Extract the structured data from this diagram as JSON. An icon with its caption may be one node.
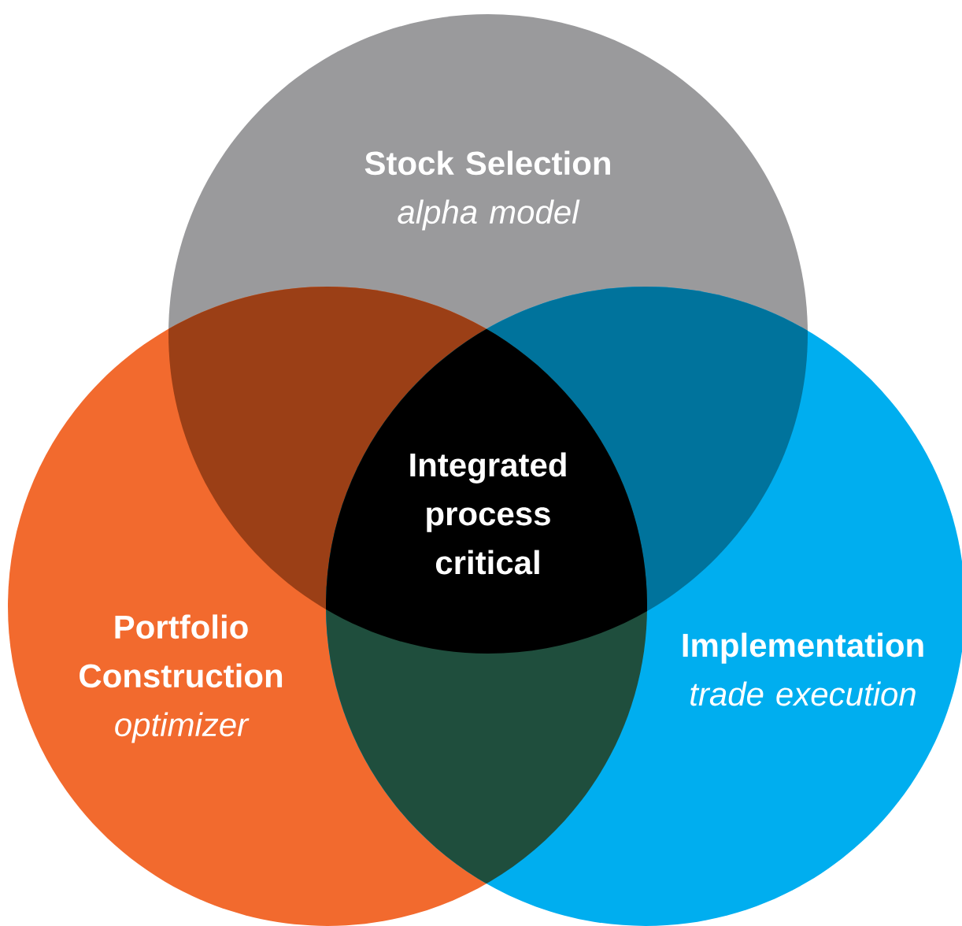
{
  "diagram": {
    "nodes": [
      {
        "text": [
          "Stock Selection",
          "alpha model"
        ]
      },
      {
        "text": [
          "Portfolio Construction",
          "optimizer"
        ]
      },
      {
        "text": [
          "Implementation",
          "trade execution"
        ]
      },
      {
        "text": [
          "Integrated process critical"
        ]
      }
    ]
  }
}
